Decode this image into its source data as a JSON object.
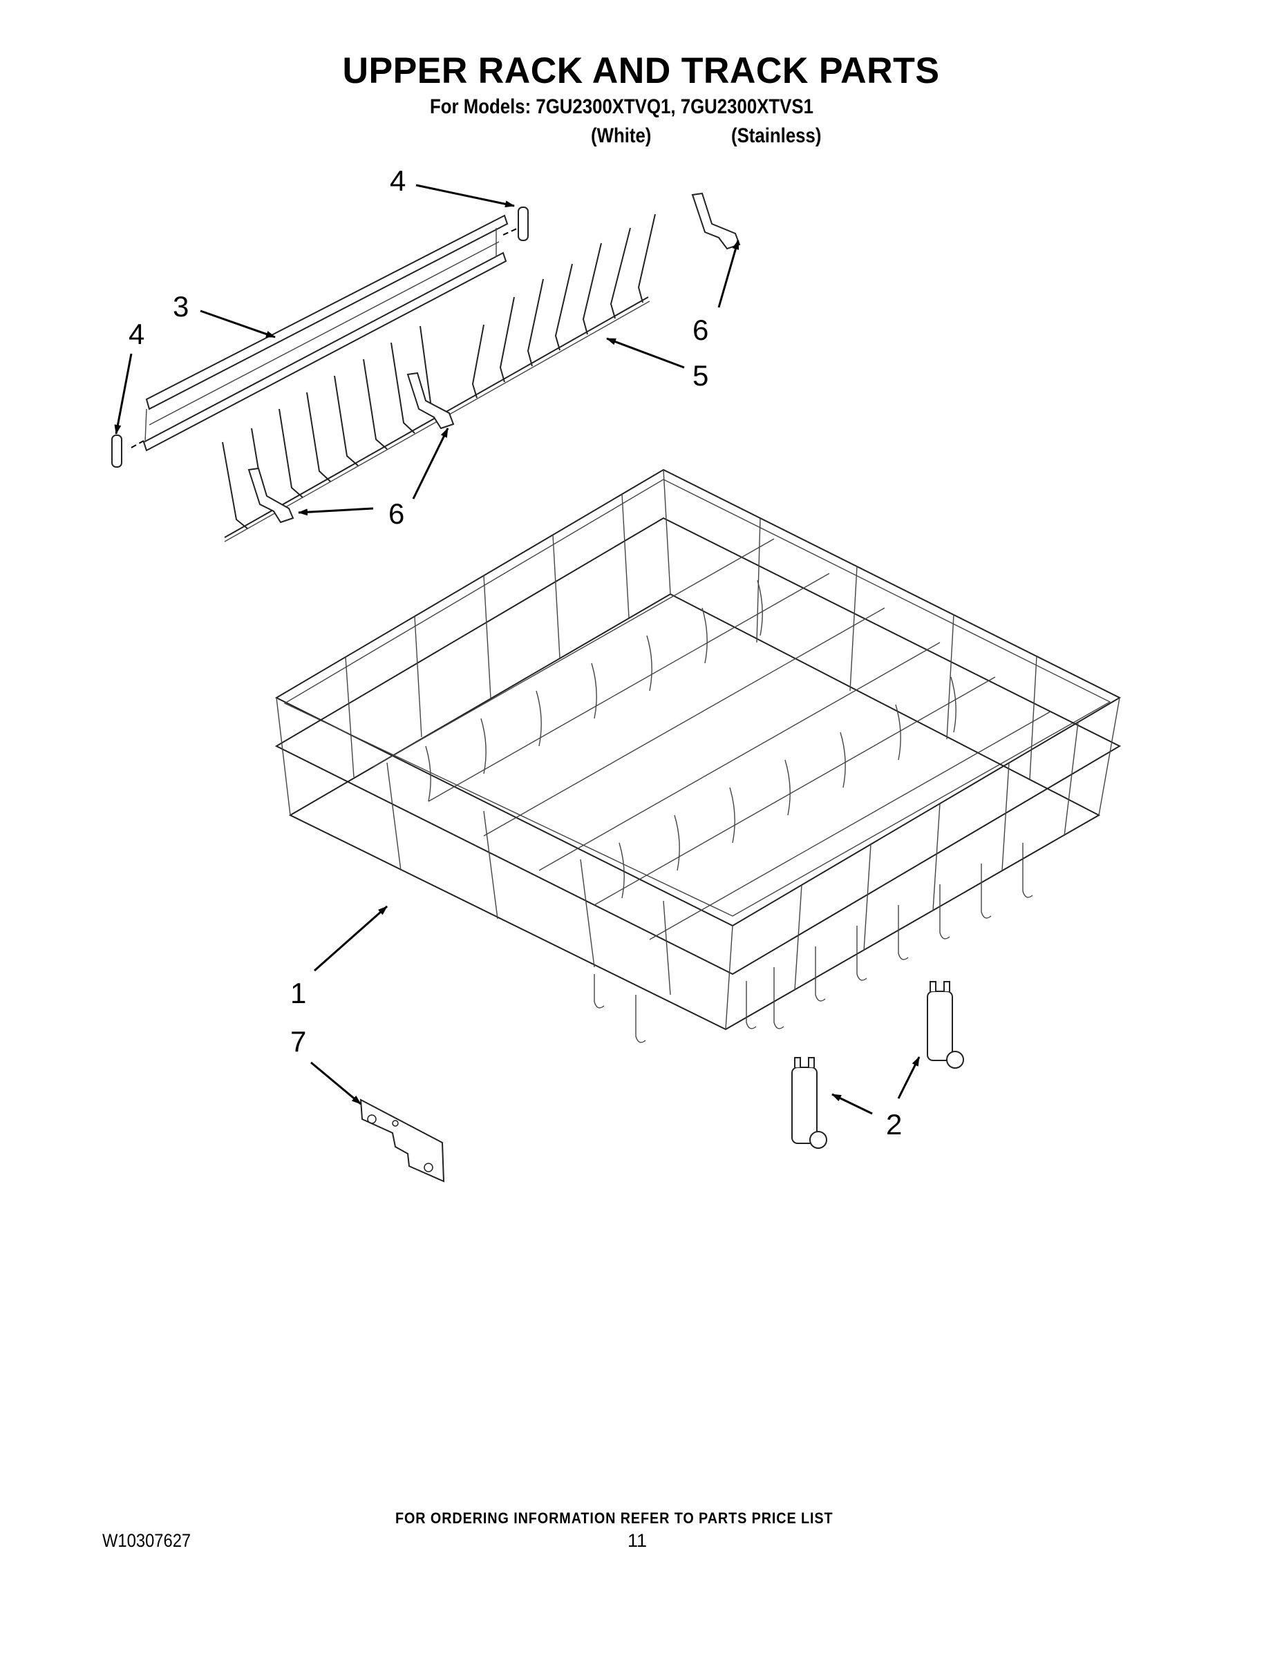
{
  "page": {
    "title": "UPPER RACK AND TRACK PARTS",
    "subtitle": "For Models: 7GU2300XTVQ1, 7GU2300XTVS1",
    "model_variants": [
      {
        "model": "7GU2300XTVQ1",
        "label": "(White)"
      },
      {
        "model": "7GU2300XTVS1",
        "label": "(Stainless)"
      }
    ]
  },
  "diagram": {
    "callouts": [
      {
        "id": "callout-4-top",
        "label": "4"
      },
      {
        "id": "callout-3",
        "label": "3"
      },
      {
        "id": "callout-4-left",
        "label": "4"
      },
      {
        "id": "callout-6-top",
        "label": "6"
      },
      {
        "id": "callout-5",
        "label": "5"
      },
      {
        "id": "callout-6-lower",
        "label": "6"
      },
      {
        "id": "callout-1",
        "label": "1"
      },
      {
        "id": "callout-7",
        "label": "7"
      },
      {
        "id": "callout-2",
        "label": "2"
      }
    ],
    "parts": [
      {
        "ref": "1",
        "name": "upper-dish-rack"
      },
      {
        "ref": "2",
        "name": "rack-roller-adjuster"
      },
      {
        "ref": "3",
        "name": "rack-track-rail"
      },
      {
        "ref": "4",
        "name": "track-end-cap"
      },
      {
        "ref": "5",
        "name": "fold-down-tine-row"
      },
      {
        "ref": "6",
        "name": "tine-clip"
      },
      {
        "ref": "7",
        "name": "rack-slide-bracket"
      }
    ]
  },
  "footer": {
    "ordering_note": "FOR ORDERING INFORMATION REFER TO PARTS PRICE LIST",
    "document_number": "W10307627",
    "page_number": "11"
  }
}
